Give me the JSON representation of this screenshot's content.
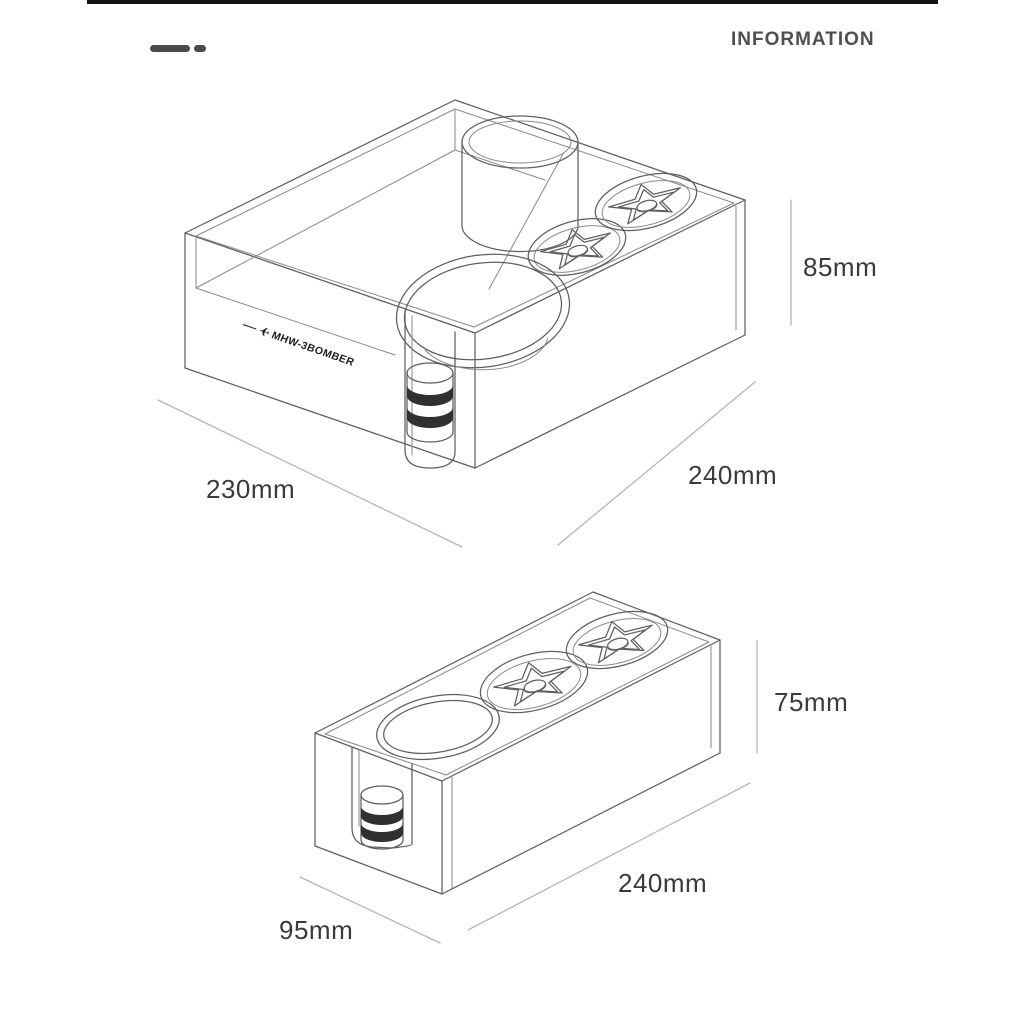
{
  "header": {
    "title": "INFORMATION"
  },
  "figure1": {
    "brand": "MHW-3BOMBER",
    "brand_icon": "airplane-icon",
    "dim_height": "85mm",
    "dim_width": "230mm",
    "dim_depth": "240mm"
  },
  "figure2": {
    "dim_height": "75mm",
    "dim_depth": "240mm",
    "dim_width": "95mm"
  },
  "colors": {
    "top_bar": "#141414",
    "logo_dashes": "#4a4a4a",
    "title_text": "#4f4f4f",
    "drawing_line": "#5f5f5f",
    "dimension_line": "#b5b5b5",
    "label_text": "#3a3a3a",
    "knob_band": "#303030"
  }
}
